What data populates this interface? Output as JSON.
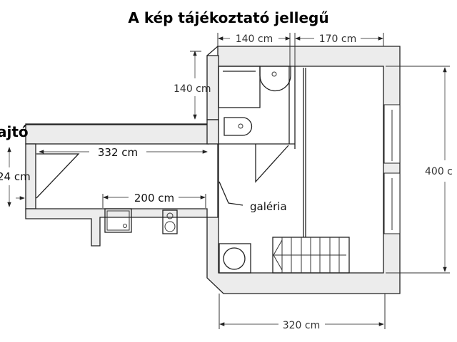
{
  "title": "A kép tájékoztató jellegű",
  "labels": {
    "door": "ajtó",
    "gallery": "galéria"
  },
  "dimensions": {
    "corridor_length": "332 cm",
    "corridor_width": "24 cm",
    "kitchen_length": "200 cm",
    "bathroom_width": "140 cm",
    "room_width": "170 cm",
    "bathroom_depth": "140 cm",
    "room_depth": "400 c",
    "total_width": "320 cm"
  }
}
